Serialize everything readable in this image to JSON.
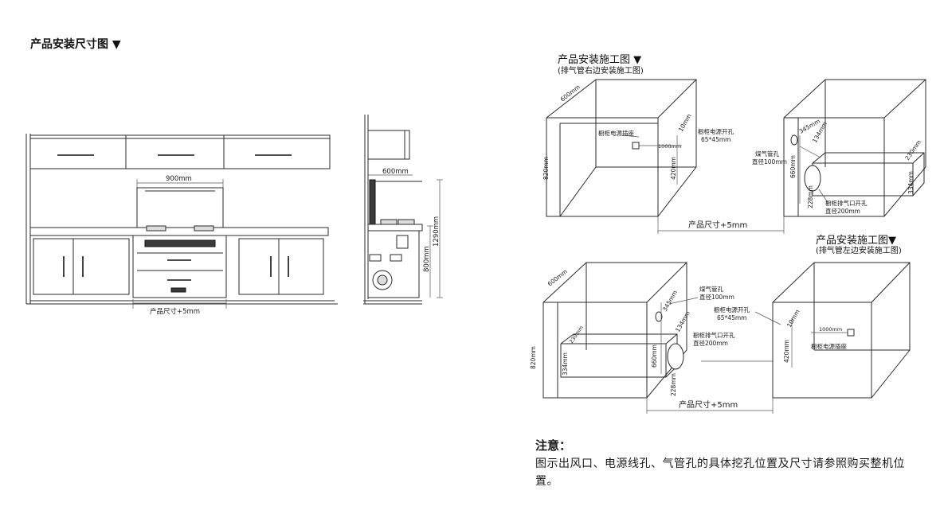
{
  "left_section": {
    "title": "产品安装尺寸图 ▼",
    "front_view": {
      "top_width": "900mm",
      "product_size": "产品尺寸+5mm"
    },
    "side_view": {
      "depth": "600mm",
      "total_height": "1290mm",
      "counter_height": "800mm"
    }
  },
  "right_top": {
    "title": "产品安装施工图 ▼",
    "subtitle": "(排气管右边安装施工图)",
    "dims": {
      "depth": "600mm",
      "height": "820mm",
      "socket_offset": "10mm",
      "socket_height": "420mm",
      "socket_distance": "1000mm",
      "pipe_offset": "345mm",
      "pipe_gap": "134mm",
      "pipe_height": "660mm",
      "vent_bottom": "228mm",
      "vent_width": "230mm",
      "vent_height": "334mm",
      "product_size": "产品尺寸+5mm"
    },
    "labels": {
      "cabinet_socket": "橱柜电源插座",
      "power_hole": "橱柜电源开孔",
      "power_hole_size": "65*45mm",
      "gas_pipe": "煤气管孔",
      "gas_pipe_dia": "直径100mm",
      "vent_hole": "橱柜排气口开孔",
      "vent_dia": "直径200mm"
    }
  },
  "right_bottom": {
    "title": "产品安装施工图▼",
    "subtitle": "(排气管左边安装施工图)",
    "dims": {
      "depth": "600mm",
      "height": "820mm",
      "pipe_offset": "345mm",
      "pipe_gap": "134mm",
      "pipe_height": "660mm",
      "vent_bottom": "228mm",
      "vent_width": "230mm",
      "vent_height": "334mm",
      "socket_offset": "10mm",
      "socket_height": "420mm",
      "socket_distance": "1000mm",
      "product_size": "产品尺寸+5mm"
    },
    "labels": {
      "gas_pipe": "煤气管孔",
      "gas_pipe_dia": "直径100mm",
      "power_hole": "橱柜电源开孔",
      "power_hole_size": "65*45mm",
      "vent_hole": "橱柜排气口开孔",
      "vent_dia": "直径200mm",
      "cabinet_socket": "橱柜电源插座"
    }
  },
  "note": {
    "title": "注意：",
    "body": "图示出风口、电源线孔、气管孔的具体挖孔位置及尺寸请参照购买整机位置。"
  }
}
